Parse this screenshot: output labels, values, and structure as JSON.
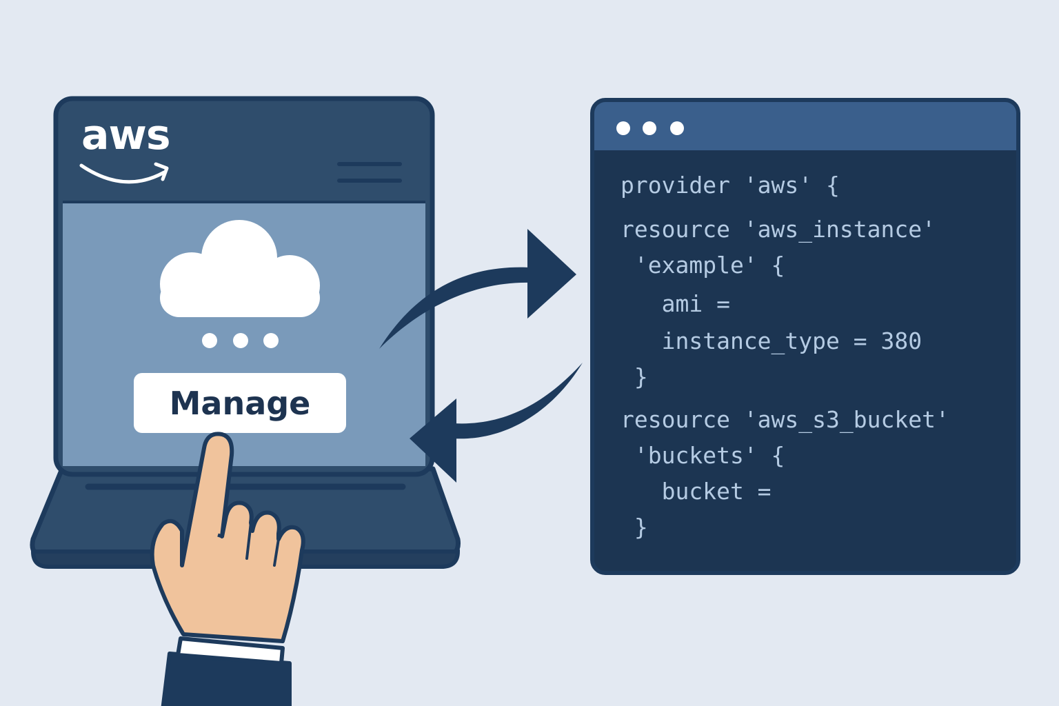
{
  "laptop": {
    "logo_text": "aws",
    "manage_button_label": "Manage"
  },
  "code_editor": {
    "lines": [
      "provider 'aws' {",
      "resource 'aws_instance'",
      " 'example' {",
      "   ami =",
      "   instance_type = 380",
      " }",
      "resource 'aws_s3_bucket'",
      " 'buckets' {",
      "   bucket =",
      " }"
    ]
  },
  "colors": {
    "background": "#e3e9f2",
    "navy": "#1d3a5c",
    "laptop_header": "#2f4d6c",
    "screen": "#7a9aba",
    "code_bg": "#1c3552",
    "code_titlebar": "#3a5f8c",
    "code_text": "#b5cbe3",
    "skin": "#f0c39c"
  },
  "icons": [
    "cloud-icon",
    "ellipsis-icon",
    "hamburger-menu-icon",
    "sync-arrows-icon",
    "pointing-hand-icon",
    "window-dots-icon"
  ]
}
